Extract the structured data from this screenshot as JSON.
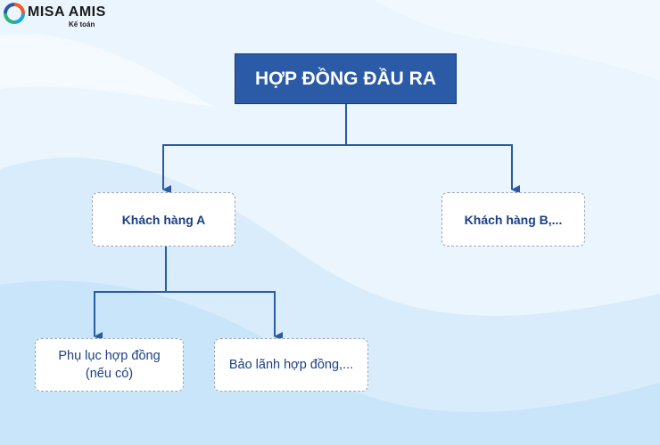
{
  "logo": {
    "name": "MISA AMIS",
    "subtitle": "Kế toán"
  },
  "diagram": {
    "root": "HỢP ĐỒNG ĐẦU RA",
    "children": [
      {
        "label": "Khách hàng A",
        "children": [
          "Phụ lục hợp đồng\n(nếu có)",
          "Bảo lãnh hợp đồng,..."
        ]
      },
      {
        "label": "Khách hàng B,...",
        "children": []
      }
    ]
  },
  "colors": {
    "root_fill": "#2b5aa7",
    "connector": "#2b5aa7",
    "node_text": "#1b3f86",
    "node_border": "#9aa6b8",
    "background": "#eaf5fd"
  }
}
